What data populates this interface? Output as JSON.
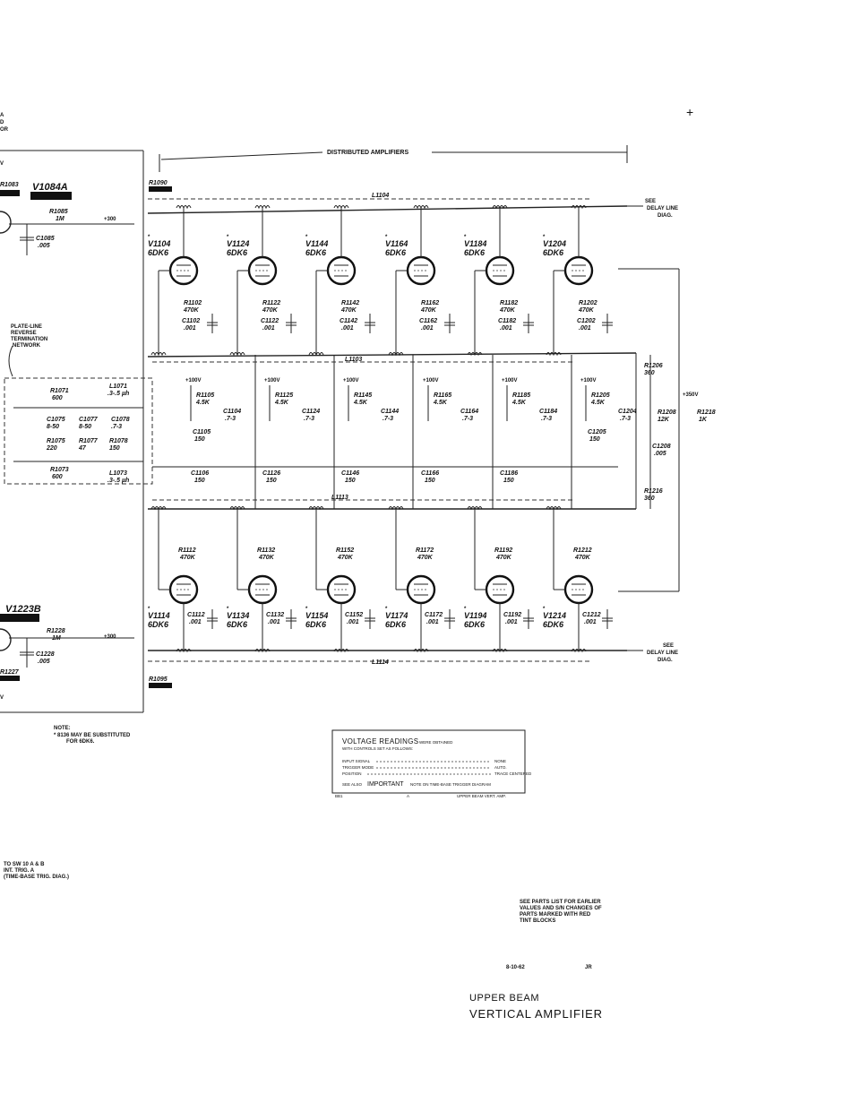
{
  "header": {
    "distributed_amplifiers": "DISTRIBUTED   AMPLIFIERS",
    "top_tubes_left": [
      "V1084A"
    ],
    "bottom_tubes_left": [
      "V1223B"
    ],
    "left_edge_top": [
      "R1083",
      "R1085",
      "1M",
      "+300",
      "C1085",
      ".005",
      "R1090"
    ],
    "left_edge_bottom": [
      "R1228",
      "1M",
      "+300",
      "C1228",
      ".005",
      "R1227",
      "R1095"
    ]
  },
  "top_stages": [
    {
      "tube": "V1104",
      "type": "6DK6",
      "r": "R1102",
      "rv": "470K",
      "c": "C1102",
      "cv": ".001"
    },
    {
      "tube": "V1124",
      "type": "6DK6",
      "r": "R1122",
      "rv": "470K",
      "c": "C1122",
      "cv": ".001"
    },
    {
      "tube": "V1144",
      "type": "6DK6",
      "r": "R1142",
      "rv": "470K",
      "c": "C1142",
      "cv": ".001"
    },
    {
      "tube": "V1164",
      "type": "6DK6",
      "r": "R1162",
      "rv": "470K",
      "c": "C1162",
      "cv": ".001"
    },
    {
      "tube": "V1184",
      "type": "6DK6",
      "r": "R1182",
      "rv": "470K",
      "c": "C1182",
      "cv": ".001"
    },
    {
      "tube": "V1204",
      "type": "6DK6",
      "r": "R1202",
      "rv": "470K",
      "c": "C1202",
      "cv": ".001"
    }
  ],
  "bottom_stages": [
    {
      "tube": "V1114",
      "type": "6DK6",
      "r": "R1112",
      "rv": "470K",
      "c": "C1112",
      "cv": ".001"
    },
    {
      "tube": "V1134",
      "type": "6DK6",
      "r": "R1132",
      "rv": "470K",
      "c": "C1132",
      "cv": ".001"
    },
    {
      "tube": "V1154",
      "type": "6DK6",
      "r": "R1152",
      "rv": "470K",
      "c": "C1152",
      "cv": ".001"
    },
    {
      "tube": "V1174",
      "type": "6DK6",
      "r": "R1172",
      "rv": "470K",
      "c": "C1172",
      "cv": ".001"
    },
    {
      "tube": "V1194",
      "type": "6DK6",
      "r": "R1192",
      "rv": "470K",
      "c": "C1192",
      "cv": ".001"
    },
    {
      "tube": "V1214",
      "type": "6DK6",
      "r": "R1212",
      "rv": "470K",
      "c": "C1212",
      "cv": ".001"
    }
  ],
  "middle_stages": [
    {
      "supply": "+100V",
      "r": "R1105",
      "rv": "4.5K",
      "c": "C1104",
      "cv": ".7-3",
      "c2": "C1105",
      "c2v": "150",
      "c3": "C1106",
      "c3v": "150"
    },
    {
      "supply": "+100V",
      "r": "R1125",
      "rv": "4.5K",
      "c": "C1124",
      "cv": ".7-3",
      "c3": "C1126",
      "c3v": "150"
    },
    {
      "supply": "+100V",
      "r": "R1145",
      "rv": "4.5K",
      "c": "C1144",
      "cv": ".7-3",
      "c3": "C1146",
      "c3v": "150"
    },
    {
      "supply": "+100V",
      "r": "R1165",
      "rv": "4.5K",
      "c": "C1164",
      "cv": ".7-3",
      "c3": "C1166",
      "c3v": "150"
    },
    {
      "supply": "+100V",
      "r": "R1185",
      "rv": "4.5K",
      "c": "C1184",
      "cv": ".7-3",
      "c3": "C1186",
      "c3v": "150"
    },
    {
      "supply": "+100V",
      "r": "R1205",
      "rv": "4.5K",
      "c": "C1204",
      "cv": ".7-3",
      "c2": "C1205",
      "c2v": "150"
    }
  ],
  "delay_lines": {
    "top": "L1104",
    "upper_mid": "L1103",
    "lower_mid": "L1113",
    "bottom": "L1114",
    "see_delay_top": [
      "SEE",
      "DELAY LINE",
      "DIAG."
    ],
    "see_delay_bottom": [
      "SEE",
      "DELAY LINE",
      "DIAG."
    ]
  },
  "right_network": {
    "r1206": "R1206",
    "r1206v": "360",
    "supply": "+350V",
    "r1208": "R1208",
    "r1208v": "12K",
    "r1218": "R1218",
    "r1218v": "1K",
    "c1208": "C1208",
    "c1208v": ".005",
    "r1216": "R1216",
    "r1216v": "360"
  },
  "termination": {
    "caption": [
      "PLATE-LINE",
      "REVERSE",
      "TERMINATION",
      "NETWORK"
    ],
    "parts": [
      "R1071",
      "600",
      "L1071",
      ".3-.5 µh",
      "C1075",
      "8-50",
      "C1077",
      "8-50",
      "C1078",
      ".7-3",
      "R1075",
      "220",
      "R1077",
      "47",
      "R1078",
      "150",
      "R1073",
      "600",
      "L1073",
      ".3-.5 µh"
    ]
  },
  "note": {
    "title": "NOTE:",
    "text1": "*  8136 MAY BE SUBSTITUTED",
    "text2": "FOR 6DK6."
  },
  "voltage_box": {
    "title": "VOLTAGE READINGS",
    "subtitle_a": "WERE OBTAINED",
    "subtitle_b": "WITH CONTROLS SET AS FOLLOWS:",
    "rows": [
      {
        "k": "INPUT SIGNAL",
        "v": "NONE"
      },
      {
        "k": "TRIGGER MODE",
        "v": "AUTO."
      },
      {
        "k": "POSITION",
        "v": "TRACE CENTERED"
      }
    ],
    "see_also": "SEE ALSO",
    "important": "IMPORTANT",
    "see_note": "NOTE ON TIME-BASE TRIGGER DIAGRAM",
    "footer_left": "BB1",
    "footer_mid": "A",
    "footer_right": "UPPER BEAM  VERT. AMP."
  },
  "bottom_left": {
    "line1": "TO SW 10 A & B",
    "line2": "INT. TRIG. A",
    "line3": "(TIME-BASE TRIG. DIAG.)"
  },
  "parts_note": [
    "SEE PARTS LIST FOR EARLIER",
    "VALUES AND S/N CHANGES OF",
    "PARTS MARKED WITH RED",
    "TINT BLOCKS"
  ],
  "date_mark": "8-10-62",
  "initials": "JR",
  "title": {
    "line1": "UPPER BEAM",
    "line2": "VERTICAL  AMPLIFIER"
  }
}
